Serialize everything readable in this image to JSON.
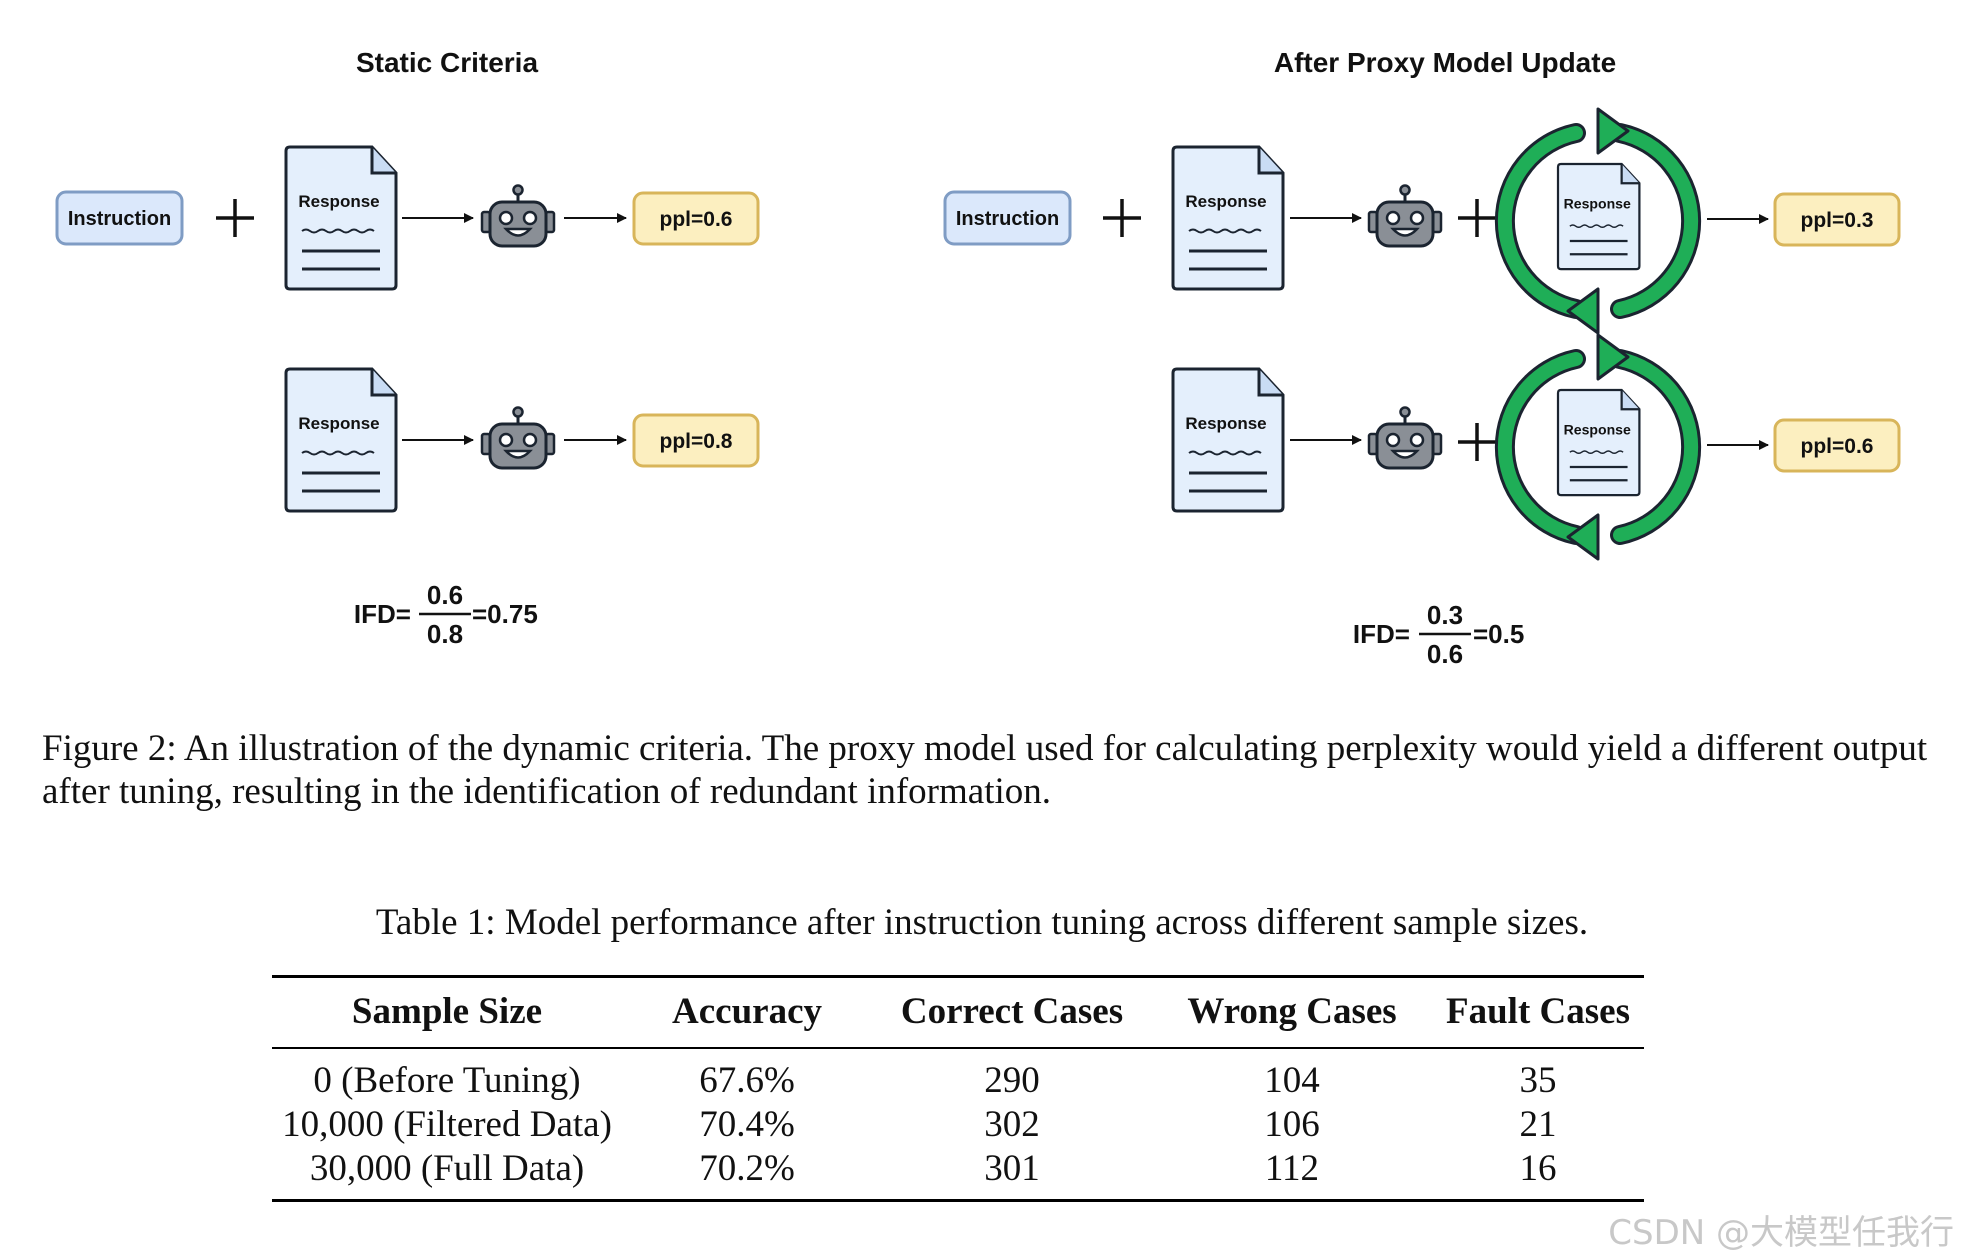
{
  "figure": {
    "left_panel": {
      "title": "Static Criteria",
      "instruction_label": "Instruction",
      "response_label": "Response",
      "ppl_top": "ppl=0.6",
      "ppl_bottom": "ppl=0.8",
      "ifd_label": "IFD=",
      "ifd_numerator": "0.6",
      "ifd_denominator": "0.8",
      "ifd_result": "=0.75"
    },
    "right_panel": {
      "title": "After Proxy Model Update",
      "instruction_label": "Instruction",
      "response_label": "Response",
      "ppl_top": "ppl=0.3",
      "ppl_bottom": "ppl=0.6",
      "ifd_label": "IFD=",
      "ifd_numerator": "0.3",
      "ifd_denominator": "0.6",
      "ifd_result": "=0.5"
    },
    "caption": "Figure 2: An illustration of the dynamic criteria. The proxy model used for calculating perplexity would yield a different output after tuning, resulting in the identification of redundant information.",
    "colors": {
      "instruction_fill": "#dbe8fb",
      "instruction_stroke": "#7f9cc4",
      "ppl_fill": "#fcefc0",
      "ppl_stroke": "#d8b55a",
      "doc_fill": "#e4effc",
      "cycle_green": "#1fae57",
      "robot_gray": "#8a8f96"
    },
    "icons": [
      "instruction-box",
      "plus-icon",
      "document-icon",
      "arrow-icon",
      "robot-icon",
      "refresh-cycle-icon"
    ]
  },
  "table": {
    "caption": "Table 1: Model performance after instruction tuning across different sample sizes.",
    "headers": [
      "Sample Size",
      "Accuracy",
      "Correct Cases",
      "Wrong Cases",
      "Fault Cases"
    ],
    "rows": [
      [
        "0 (Before Tuning)",
        "67.6%",
        "290",
        "104",
        "35"
      ],
      [
        "10,000 (Filtered Data)",
        "70.4%",
        "302",
        "106",
        "21"
      ],
      [
        "30,000 (Full Data)",
        "70.2%",
        "301",
        "112",
        "16"
      ]
    ]
  },
  "watermark": "CSDN @大模型任我行"
}
